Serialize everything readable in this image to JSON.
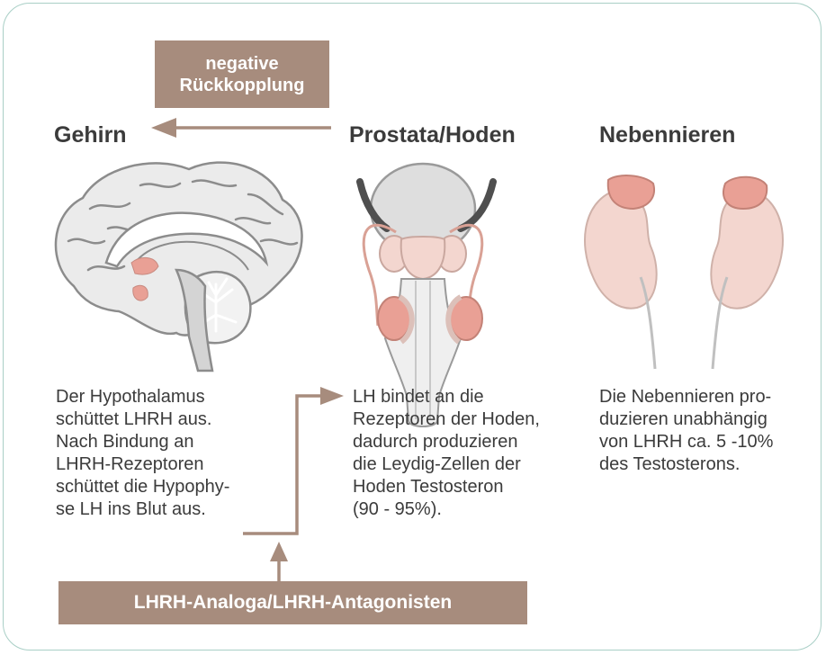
{
  "feedback": {
    "line1": "negative",
    "line2": "Rückkopplung"
  },
  "headings": {
    "brain": "Gehirn",
    "prostate": "Prostata/Hoden",
    "adrenal": "Nebennieren"
  },
  "descriptions": {
    "brain": [
      "Der Hypothalamus",
      "schüttet LHRH aus.",
      "Nach Bindung an",
      "LHRH-Rezeptoren",
      "schüttet die Hypophy-",
      "se LH ins Blut aus."
    ],
    "prostate": [
      "LH bindet an die",
      "Rezeptoren der Hoden,",
      "dadurch produzieren",
      "die Leydig-Zellen der",
      "Hoden Testosteron",
      "(90 - 95%)."
    ],
    "adrenal": [
      "Die Nebennieren pro-",
      "duzieren unabhängig",
      "von LHRH ca. 5 -10%",
      "des Testosterons."
    ]
  },
  "drug_label": "LHRH-Analoga/LHRH-Antagonisten",
  "colors": {
    "frame": "#a9cfc6",
    "box": "#a78c7d",
    "arrow": "#a78c7d",
    "gland_pink": "#e9a095",
    "kidney_light": "#f3d6cf",
    "brain_gray": "#eaeaea",
    "text": "#3b3b3b"
  }
}
